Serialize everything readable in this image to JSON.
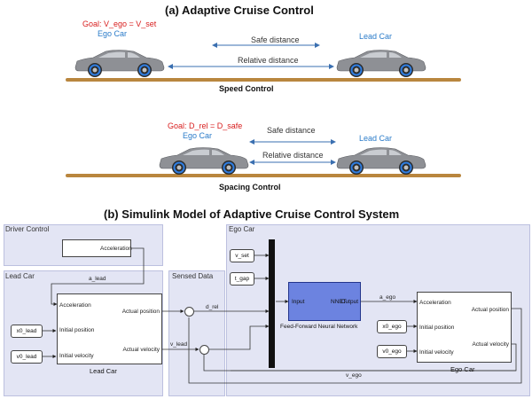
{
  "part_a": {
    "title": "(a) Adaptive Cruise Control",
    "top": {
      "goal": "Goal: V_ego = V_set",
      "ego_label": "Ego Car",
      "lead_label": "Lead Car",
      "safe_distance": "Safe distance",
      "relative_distance": "Relative distance",
      "control": "Speed Control"
    },
    "bottom": {
      "goal": "Goal: D_rel = D_safe",
      "ego_label": "Ego Car",
      "lead_label": "Lead Car",
      "safe_distance": "Safe distance",
      "relative_distance": "Relative distance",
      "control": "Spacing Control"
    }
  },
  "part_b": {
    "title": "(b) Simulink Model of Adaptive Cruise Control System",
    "regions": {
      "driver_control": "Driver Control",
      "lead_car": "Lead Car",
      "sensed_data": "Sensed Data",
      "ego_car": "Ego Car"
    },
    "blocks": {
      "acceleration_source": "Acceleration",
      "lead_car_block": {
        "inputs": [
          "Acceleration",
          "Initial position",
          "Initial velocity"
        ],
        "outputs": [
          "Actual position",
          "Actual velocity"
        ],
        "name": "Lead Car"
      },
      "ego_car_block": {
        "inputs": [
          "Acceleration",
          "Initial position",
          "Initial velocity"
        ],
        "outputs": [
          "Actual position",
          "Actual velocity"
        ],
        "name": "Ego Car"
      },
      "nnet": {
        "input_port": "Input",
        "label": "NNET",
        "output_port": "Output",
        "name": "Feed-Forward Neural Network"
      },
      "inports": {
        "x0_lead": "x0_lead",
        "v0_lead": "v0_lead",
        "v_set": "v_set",
        "t_gap": "t_gap",
        "x0_ego": "x0_ego",
        "v0_ego": "v0_ego"
      }
    },
    "signals": {
      "a_lead": "a_lead",
      "d_rel": "d_rel",
      "v_lead": "v_lead",
      "a_ego": "a_ego",
      "v_ego": "v_ego"
    }
  },
  "colors": {
    "road": "#b9863e",
    "goal_text": "#d81e1e",
    "car_label": "#2a7bc9",
    "arrow": "#3a6fb0",
    "region_bg": "#e3e5f4",
    "nnet_fill": "#6c83e0"
  }
}
